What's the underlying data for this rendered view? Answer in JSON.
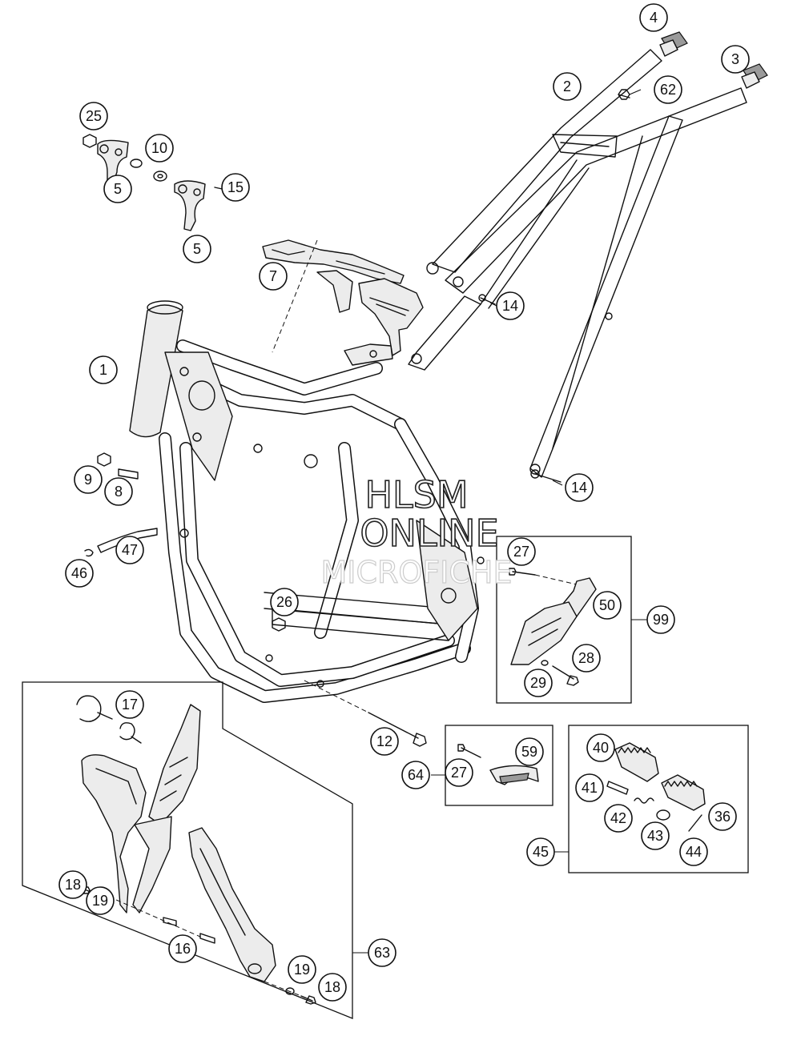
{
  "watermark": {
    "line1": "HLSM",
    "line2": "ONLINE",
    "line3": "MICROFICHE"
  },
  "callouts": {
    "c4": "4",
    "c3": "3",
    "c2": "2",
    "c62": "62",
    "c25": "25",
    "c10": "10",
    "c15": "15",
    "c5a": "5",
    "c5b": "5",
    "c7": "7",
    "c14a": "14",
    "c1": "1",
    "c9": "9",
    "c8": "8",
    "c14b": "14",
    "c47": "47",
    "c46": "46",
    "c26": "26",
    "c27a": "27",
    "c50": "50",
    "c99": "99",
    "c28": "28",
    "c29": "29",
    "c17": "17",
    "c12": "12",
    "c59": "59",
    "c27b": "27",
    "c64": "64",
    "c40": "40",
    "c41": "41",
    "c42": "42",
    "c36": "36",
    "c43": "43",
    "c44": "44",
    "c45": "45",
    "c18a": "18",
    "c19a": "19",
    "c16": "16",
    "c63": "63",
    "c19b": "19",
    "c18b": "18"
  }
}
